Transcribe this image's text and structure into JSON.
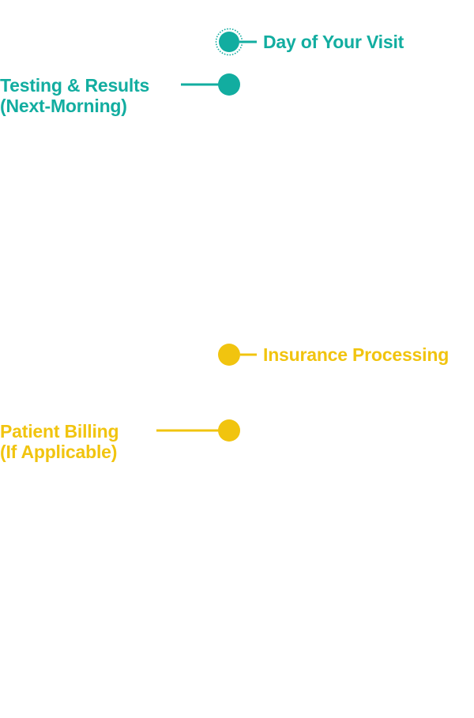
{
  "colors": {
    "teal": "#12ADA0",
    "gold": "#F1C40F"
  },
  "timeline": {
    "milestones": [
      {
        "id": "visit",
        "lines": [
          "Day of Your Visit"
        ],
        "color": "#12ADA0",
        "marker_icon": "dotted-ring-circle-icon"
      },
      {
        "id": "testing",
        "lines": [
          "Testing & Results",
          "(Next-Morning)"
        ],
        "color": "#12ADA0",
        "marker_icon": "filled-circle-icon"
      },
      {
        "id": "insurance",
        "lines": [
          "Insurance Processing"
        ],
        "color": "#F1C40F",
        "marker_icon": "filled-circle-icon"
      },
      {
        "id": "billing",
        "lines": [
          "Patient Billing",
          "(If Applicable)"
        ],
        "color": "#F1C40F",
        "marker_icon": "filled-circle-icon"
      }
    ]
  }
}
